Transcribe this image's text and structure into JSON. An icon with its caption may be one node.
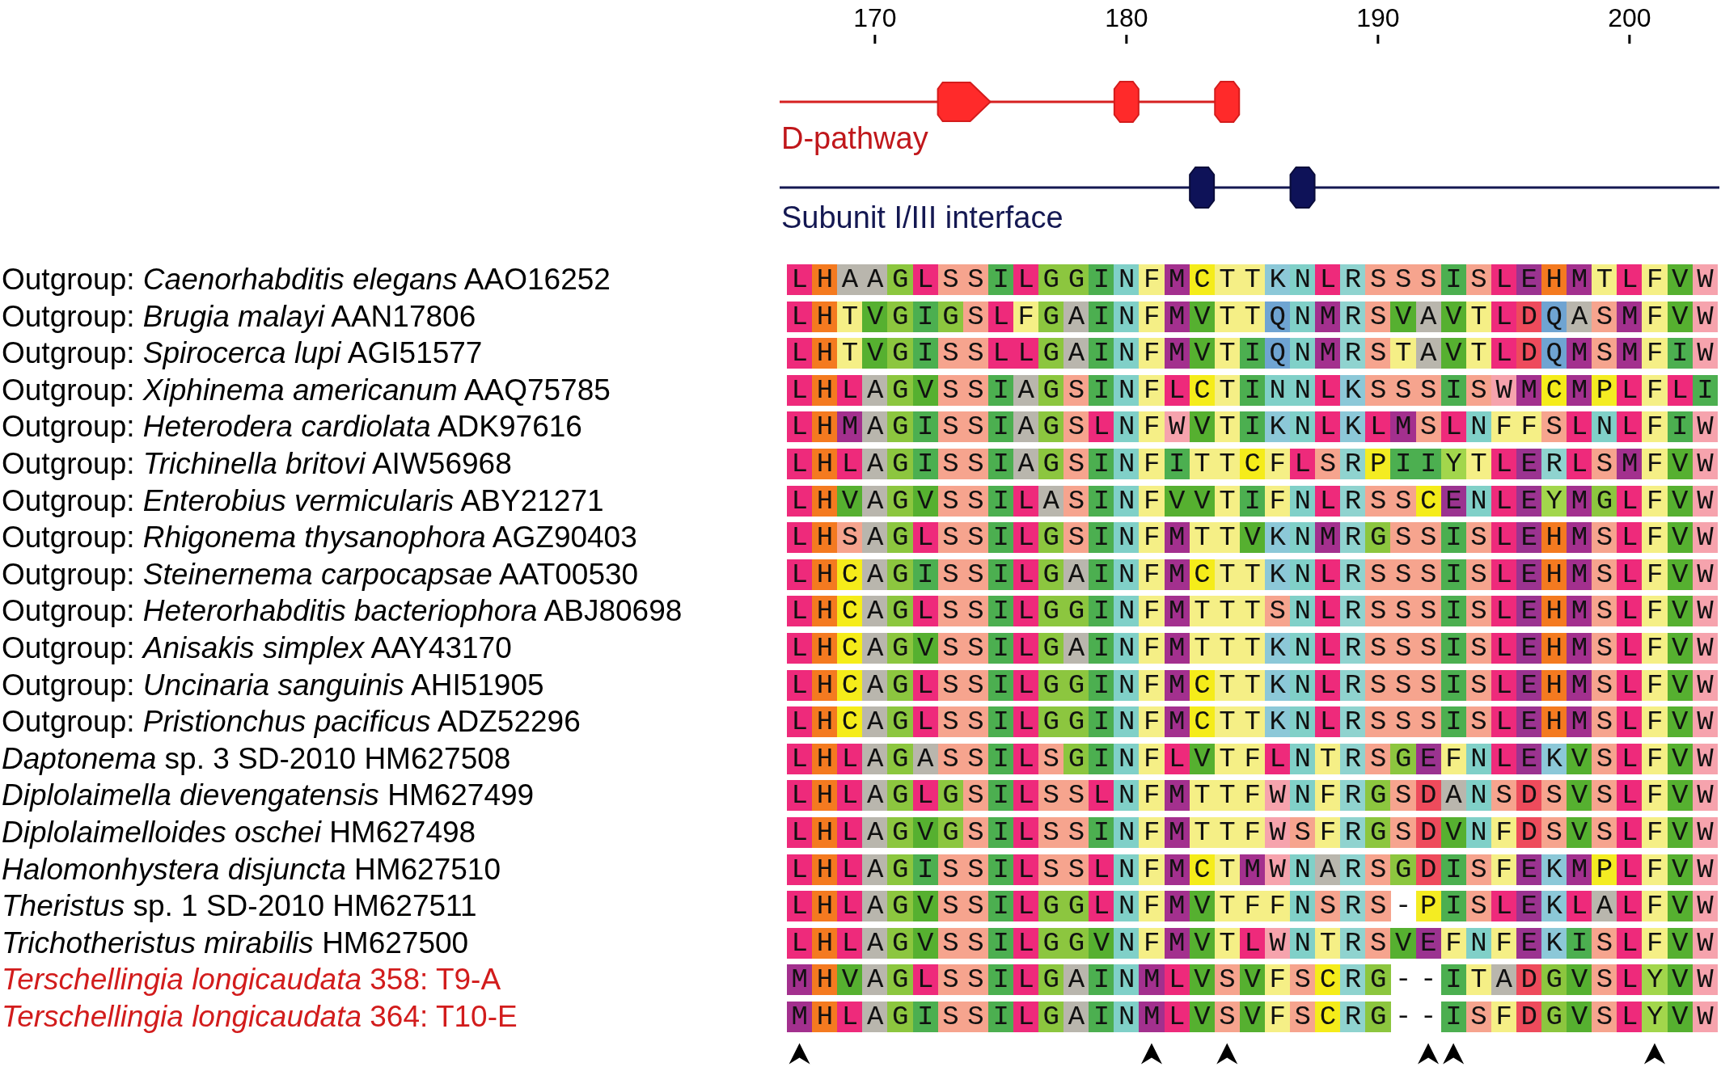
{
  "diagram": {
    "labels": [
      "170",
      "180",
      "190",
      "200",
      "D-pathway",
      "Subunit I/III interface",
      "Outgroup: *Caenorhabditis elegans* AAO16252",
      "L",
      "H",
      "A",
      "A",
      "G",
      "L",
      "S",
      "S",
      "I",
      "L",
      "G",
      "G",
      "I",
      "N",
      "F",
      "M",
      "C",
      "T",
      "T",
      "K",
      "N",
      "L",
      "R",
      "S",
      "S",
      "S",
      "I",
      "S",
      "L",
      "E",
      "H",
      "M",
      "T",
      "L",
      "F",
      "V",
      "W",
      "Outgroup: *Brugia malayi* AAN17806",
      "L",
      "H",
      "T",
      "V",
      "G",
      "I",
      "G",
      "S",
      "L",
      "F",
      "G",
      "A",
      "I",
      "N",
      "F",
      "M",
      "V",
      "T",
      "T",
      "Q",
      "N",
      "M",
      "R",
      "S",
      "V",
      "A",
      "V",
      "T",
      "L",
      "D",
      "Q",
      "A",
      "S",
      "M",
      "F",
      "V",
      "W",
      "Outgroup: *Spirocerca lupi* AGI51577",
      "L",
      "H",
      "T",
      "V",
      "G",
      "I",
      "S",
      "S",
      "L",
      "L",
      "G",
      "A",
      "I",
      "N",
      "F",
      "M",
      "V",
      "T",
      "I",
      "Q",
      "N",
      "M",
      "R",
      "S",
      "T",
      "A",
      "V",
      "T",
      "L",
      "D",
      "Q",
      "M",
      "S",
      "M",
      "F",
      "I",
      "W",
      "Outgroup: *Xiphinema americanum* AAQ75785",
      "L",
      "H",
      "L",
      "A",
      "G",
      "V",
      "S",
      "S",
      "I",
      "A",
      "G",
      "S",
      "I",
      "N",
      "F",
      "L",
      "C",
      "T",
      "I",
      "N",
      "N",
      "L",
      "K",
      "S",
      "S",
      "S",
      "I",
      "S",
      "W",
      "M",
      "C",
      "M",
      "P",
      "L",
      "F",
      "L",
      "I",
      "Outgroup: *Heterodera cardiolata* ADK97616",
      "L",
      "H",
      "M",
      "A",
      "G",
      "I",
      "S",
      "S",
      "I",
      "A",
      "G",
      "S",
      "L",
      "N",
      "F",
      "W",
      "V",
      "T",
      "I",
      "K",
      "N",
      "L",
      "K",
      "L",
      "M",
      "S",
      "L",
      "N",
      "F",
      "F",
      "S",
      "L",
      "N",
      "L",
      "F",
      "I",
      "W",
      "Outgroup: *Trichinella britovi* AIW56968",
      "L",
      "H",
      "L",
      "A",
      "G",
      "I",
      "S",
      "S",
      "I",
      "A",
      "G",
      "S",
      "I",
      "N",
      "F",
      "I",
      "T",
      "T",
      "C",
      "F",
      "L",
      "S",
      "R",
      "P",
      "I",
      "I",
      "Y",
      "T",
      "L",
      "E",
      "R",
      "L",
      "S",
      "M",
      "F",
      "V",
      "W",
      "Outgroup: *Enterobius vermicularis* ABY21271",
      "L",
      "H",
      "V",
      "A",
      "G",
      "V",
      "S",
      "S",
      "I",
      "L",
      "A",
      "S",
      "I",
      "N",
      "F",
      "V",
      "V",
      "T",
      "I",
      "F",
      "N",
      "L",
      "R",
      "S",
      "S",
      "C",
      "E",
      "N",
      "L",
      "E",
      "Y",
      "M",
      "G",
      "L",
      "F",
      "V",
      "W",
      "Outgroup: *Rhigonema thysanophora* AGZ90403",
      "L",
      "H",
      "S",
      "A",
      "G",
      "L",
      "S",
      "S",
      "I",
      "L",
      "G",
      "S",
      "I",
      "N",
      "F",
      "M",
      "T",
      "T",
      "V",
      "K",
      "N",
      "M",
      "R",
      "G",
      "S",
      "S",
      "I",
      "S",
      "L",
      "E",
      "H",
      "M",
      "S",
      "L",
      "F",
      "V",
      "W",
      "Outgroup: *Steinernema carpocapsae* AAT00530",
      "L",
      "H",
      "C",
      "A",
      "G",
      "I",
      "S",
      "S",
      "I",
      "L",
      "G",
      "A",
      "I",
      "N",
      "F",
      "M",
      "C",
      "T",
      "T",
      "K",
      "N",
      "L",
      "R",
      "S",
      "S",
      "S",
      "I",
      "S",
      "L",
      "E",
      "H",
      "M",
      "S",
      "L",
      "F",
      "V",
      "W",
      "Outgroup: *Heterorhabditis bacteriophora* ABJ80698",
      "L",
      "H",
      "C",
      "A",
      "G",
      "L",
      "S",
      "S",
      "I",
      "L",
      "G",
      "G",
      "I",
      "N",
      "F",
      "M",
      "T",
      "T",
      "T",
      "S",
      "N",
      "L",
      "R",
      "S",
      "S",
      "S",
      "I",
      "S",
      "L",
      "E",
      "H",
      "M",
      "S",
      "L",
      "F",
      "V",
      "W",
      "Outgroup: *Anisakis simplex* AAY43170",
      "L",
      "H",
      "C",
      "A",
      "G",
      "V",
      "S",
      "S",
      "I",
      "L",
      "G",
      "A",
      "I",
      "N",
      "F",
      "M",
      "T",
      "T",
      "T",
      "K",
      "N",
      "L",
      "R",
      "S",
      "S",
      "S",
      "I",
      "S",
      "L",
      "E",
      "H",
      "M",
      "S",
      "L",
      "F",
      "V",
      "W",
      "Outgroup: *Uncinaria sanguinis* AHI51905",
      "L",
      "H",
      "C",
      "A",
      "G",
      "L",
      "S",
      "S",
      "I",
      "L",
      "G",
      "G",
      "I",
      "N",
      "F",
      "M",
      "C",
      "T",
      "T",
      "K",
      "N",
      "L",
      "R",
      "S",
      "S",
      "S",
      "I",
      "S",
      "L",
      "E",
      "H",
      "M",
      "S",
      "L",
      "F",
      "V",
      "W",
      "Outgroup: *Pristionchus pacificus* ADZ52296",
      "L",
      "H",
      "C",
      "A",
      "G",
      "L",
      "S",
      "S",
      "I",
      "L",
      "G",
      "G",
      "I",
      "N",
      "F",
      "M",
      "C",
      "T",
      "T",
      "K",
      "N",
      "L",
      "R",
      "S",
      "S",
      "S",
      "I",
      "S",
      "L",
      "E",
      "H",
      "M",
      "S",
      "L",
      "F",
      "V",
      "W",
      "*Daptonema* sp. 3 SD-2010 HM627508",
      "L",
      "H",
      "L",
      "A",
      "G",
      "A",
      "S",
      "S",
      "I",
      "L",
      "S",
      "G",
      "I",
      "N",
      "F",
      "L",
      "V",
      "T",
      "F",
      "L",
      "N",
      "T",
      "R",
      "S",
      "G",
      "E",
      "F",
      "N",
      "L",
      "E",
      "K",
      "V",
      "S",
      "L",
      "F",
      "V",
      "W",
      "*Diplolaimella dievengatensis* HM627499",
      "L",
      "H",
      "L",
      "A",
      "G",
      "L",
      "G",
      "S",
      "I",
      "L",
      "S",
      "S",
      "L",
      "N",
      "F",
      "M",
      "T",
      "T",
      "F",
      "W",
      "N",
      "F",
      "R",
      "G",
      "S",
      "D",
      "A",
      "N",
      "S",
      "D",
      "S",
      "V",
      "S",
      "L",
      "F",
      "V",
      "W",
      "*Diplolaimelloides oschei* HM627498",
      "L",
      "H",
      "L",
      "A",
      "G",
      "V",
      "G",
      "S",
      "I",
      "L",
      "S",
      "S",
      "I",
      "N",
      "F",
      "M",
      "T",
      "T",
      "F",
      "W",
      "S",
      "F",
      "R",
      "G",
      "S",
      "D",
      "V",
      "N",
      "F",
      "D",
      "S",
      "V",
      "S",
      "L",
      "F",
      "V",
      "W",
      "*Halomonhystera disjuncta* HM627510",
      "L",
      "H",
      "L",
      "A",
      "G",
      "I",
      "S",
      "S",
      "I",
      "L",
      "S",
      "S",
      "L",
      "N",
      "F",
      "M",
      "C",
      "T",
      "M",
      "W",
      "N",
      "A",
      "R",
      "S",
      "G",
      "D",
      "I",
      "S",
      "F",
      "E",
      "K",
      "M",
      "P",
      "L",
      "F",
      "V",
      "W",
      "*Theristus* sp. 1 SD-2010 HM627511",
      "L",
      "H",
      "L",
      "A",
      "G",
      "V",
      "S",
      "S",
      "I",
      "L",
      "G",
      "G",
      "L",
      "N",
      "F",
      "M",
      "V",
      "T",
      "F",
      "F",
      "N",
      "S",
      "R",
      "S",
      "-",
      "P",
      "I",
      "S",
      "L",
      "E",
      "K",
      "L",
      "A",
      "L",
      "F",
      "V",
      "W",
      "*Trichotheristus mirabilis* HM627500",
      "L",
      "H",
      "L",
      "A",
      "G",
      "V",
      "S",
      "S",
      "I",
      "L",
      "G",
      "G",
      "V",
      "N",
      "F",
      "M",
      "V",
      "T",
      "L",
      "W",
      "N",
      "T",
      "R",
      "S",
      "V",
      "E",
      "F",
      "N",
      "F",
      "E",
      "K",
      "I",
      "S",
      "L",
      "F",
      "V",
      "W",
      "*Terschellingia longicaudata* 358: T9-A",
      "M",
      "H",
      "V",
      "A",
      "G",
      "L",
      "S",
      "S",
      "I",
      "L",
      "G",
      "A",
      "I",
      "N",
      "M",
      "L",
      "V",
      "S",
      "V",
      "F",
      "S",
      "C",
      "R",
      "G",
      "-",
      "-",
      "I",
      "T",
      "A",
      "D",
      "G",
      "V",
      "S",
      "L",
      "Y",
      "V",
      "W",
      "*Terschellingia longicaudata* 364: T10-E",
      "M",
      "H",
      "L",
      "A",
      "G",
      "I",
      "S",
      "S",
      "I",
      "L",
      "G",
      "A",
      "I",
      "N",
      "M",
      "L",
      "V",
      "S",
      "V",
      "F",
      "S",
      "C",
      "R",
      "G",
      "-",
      "-",
      "I",
      "S",
      "F",
      "D",
      "G",
      "V",
      "S",
      "L",
      "Y",
      "V",
      "W"
    ]
  }
}
